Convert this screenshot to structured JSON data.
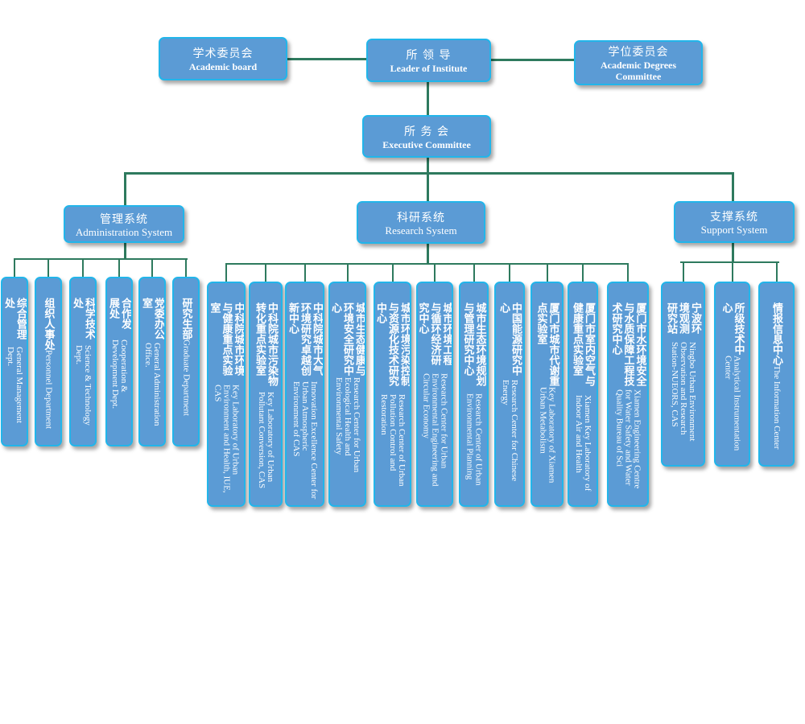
{
  "top": {
    "academic_board": {
      "zh": "学术委员会",
      "en": "Academic board"
    },
    "leader": {
      "zh": "所 领 导",
      "en": "Leader of Institute"
    },
    "degrees": {
      "zh": "学位委员会",
      "en": "Academic Degrees Committee"
    },
    "executive": {
      "zh": "所 务 会",
      "en": "Executive Committee"
    }
  },
  "systems": {
    "admin": {
      "zh": "管理系统",
      "en": "Administration System"
    },
    "research": {
      "zh": "科研系统",
      "en": "Research System"
    },
    "support": {
      "zh": "支撑系统",
      "en": "Support System"
    }
  },
  "admin_units": [
    {
      "zh": "综合管理处",
      "en": "General Management Dept."
    },
    {
      "zh": "组织人事处",
      "en": "Personnel Department"
    },
    {
      "zh": "科学技术处",
      "en": "Science & Technology Dept."
    },
    {
      "zh": "合作发展处",
      "en": "Cooperation & Development Dept."
    },
    {
      "zh": "党委办公室",
      "en": "General Administration Office."
    },
    {
      "zh": "研究生部",
      "en": "Graduate Department"
    }
  ],
  "research_units": [
    {
      "zh": "中科院城市环境与健康重点实验室",
      "en": "Key Laboratory of Urban Environment and Health, IUE, CAS"
    },
    {
      "zh": "中科院城市污染物转化重点实验室",
      "en": "Key Laboratory of Urban Pollutant Conversion, CAS"
    },
    {
      "zh": "中科院城市大气环境研究卓越创新中心",
      "en": "Innovation Excellence Center for Urban Atmospheric Environment of CAS"
    },
    {
      "zh": "城市生态健康与环境安全研究中心",
      "en": "Research Center for Urban Ecological Health and Environmental Safety"
    },
    {
      "zh": "城市环境污染控制与资源化技术研究中心",
      "en": "Research Center of Urban Pollution Control and Restoration"
    },
    {
      "zh": "城市环境工程与循环经济研究中心",
      "en": "Research Center for Urban Environmental Engineering and Circular Economy"
    },
    {
      "zh": "城市生态环境规划与管理研究中心",
      "en": "Research Center of Urban Environmental Planning"
    },
    {
      "zh": "中国能源研究中心",
      "en": "Research Center for Chinese Energy"
    },
    {
      "zh": "厦门市城市代谢重点实验室",
      "en": "Key Laboratory of Xiamen Urban Metabolism"
    },
    {
      "zh": "厦门市室内空气与健康重点实验室",
      "en": "Xiamen Key Laboratory of Indoor Air and Health"
    },
    {
      "zh": "厦门市水环境安全与水质保障工程技术研究中心",
      "en": "Xiamen Engineering Centre for Water Safety and Water Quality Bureau of Sci"
    }
  ],
  "support_units": [
    {
      "zh": "宁波环境观测研究站",
      "en": "Ningbo Urban Environment Observation and Research Station-NUEORS, CAS"
    },
    {
      "zh": "所级技术中心",
      "en": "Analytical Instrumentation Center"
    },
    {
      "zh": "情报信息中心",
      "en": "The Information Center"
    }
  ],
  "colors": {
    "box": "#5b9bd5",
    "border": "#22b5ea",
    "line": "#2e7a5e"
  }
}
